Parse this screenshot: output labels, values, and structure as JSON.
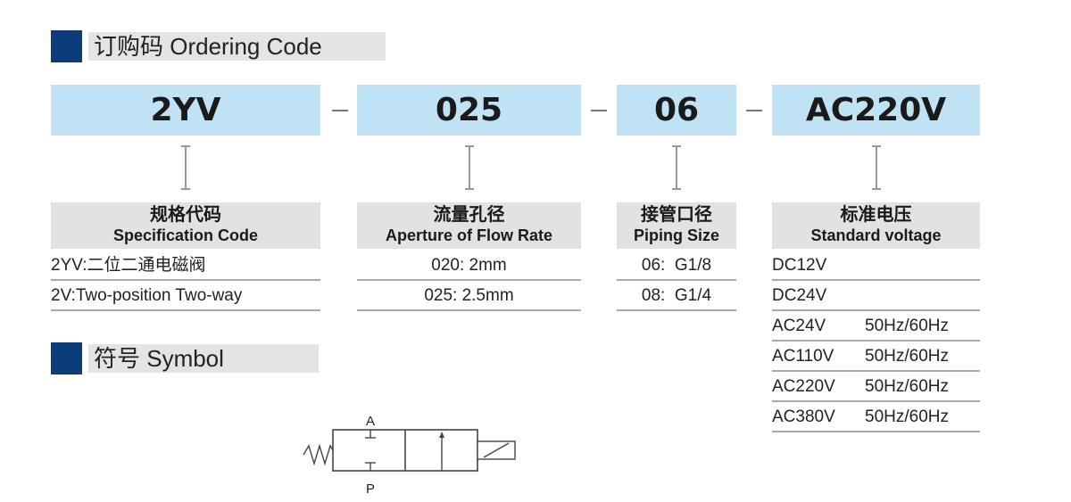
{
  "ordering": {
    "title": "订购码 Ordering Code",
    "codes": [
      "2YV",
      "025",
      "06",
      "AC220V"
    ]
  },
  "specification": {
    "header_zh": "规格代码",
    "header_en": "Specification Code",
    "rows": [
      "2YV:二位二通电磁阀",
      "2V:Two-position Two-way"
    ]
  },
  "aperture": {
    "header_zh": "流量孔径",
    "header_en": "Aperture of Flow Rate",
    "rows": [
      "020: 2mm",
      "025: 2.5mm"
    ]
  },
  "piping": {
    "header_zh": "接管口径",
    "header_en": "Piping Size",
    "rows": [
      "06:  G1/8",
      "08:  G1/4"
    ]
  },
  "voltage": {
    "header_zh": "标准电压",
    "header_en": "Standard voltage",
    "rows": [
      {
        "v": "DC12V",
        "f": ""
      },
      {
        "v": "DC24V",
        "f": ""
      },
      {
        "v": "AC24V",
        "f": "50Hz/60Hz"
      },
      {
        "v": "AC110V",
        "f": "50Hz/60Hz"
      },
      {
        "v": "AC220V",
        "f": "50Hz/60Hz"
      },
      {
        "v": "AC380V",
        "f": "50Hz/60Hz"
      }
    ]
  },
  "symbol": {
    "title": "符号 Symbol",
    "port_a": "A",
    "port_p": "P"
  },
  "colors": {
    "section_square": "#0b3d7a",
    "code_box": "#bfe3f4",
    "header_bg": "#e2e2e2"
  }
}
